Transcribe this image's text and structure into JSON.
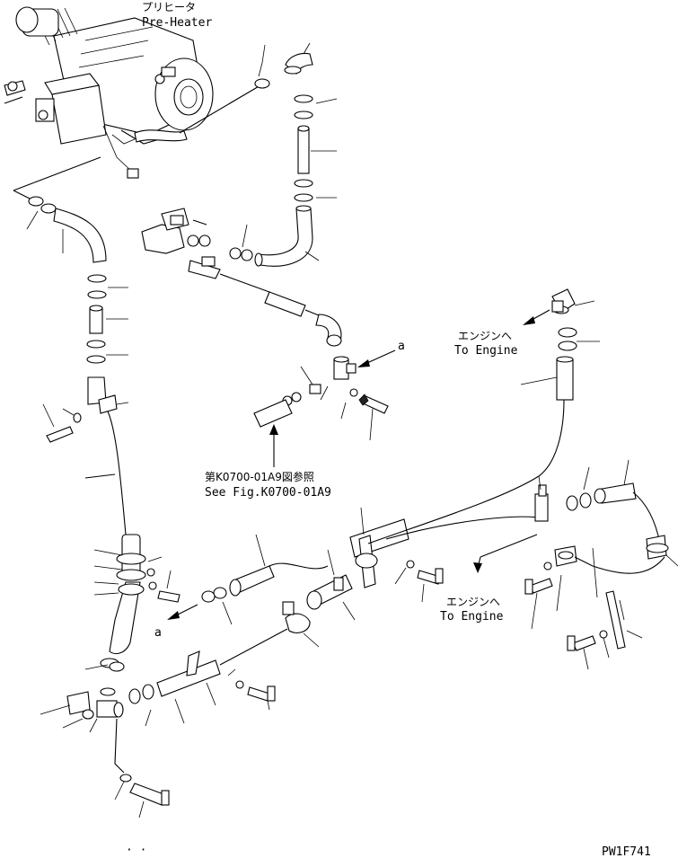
{
  "labels": {
    "preheater_jp": "プリヒータ",
    "preheater_en": "Pre-Heater",
    "to_engine_jp_1": "エンジンへ",
    "to_engine_en_1": "To Engine",
    "to_engine_jp_2": "エンジンへ",
    "to_engine_en_2": "To Engine",
    "ref_jp": "第K0700-01A9図参照",
    "ref_en": "See Fig.K0700-01A9",
    "arrow_a_1": "a",
    "arrow_a_2": "a",
    "drawing_code": "PW1F741"
  }
}
